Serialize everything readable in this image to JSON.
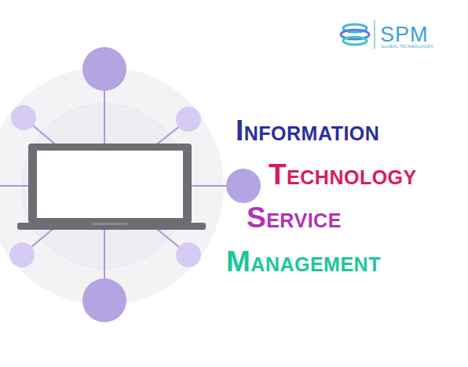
{
  "diagram": {
    "labels": [
      "INFORMATION",
      "TECHNOLOGY",
      "SERVICE",
      "MANAGEMENT",
      "SPM",
      "GLOBAL TECHNOLOGIES"
    ]
  }
}
